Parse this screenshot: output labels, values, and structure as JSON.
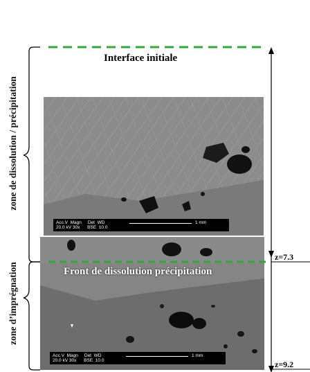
{
  "labels": {
    "zone_top": "zone de dissolution / précipitation",
    "zone_bottom": "zone d’imprégnation",
    "interface": "Interface initiale",
    "front": "Front de dissolution précipitation",
    "z1": "z=7.3",
    "z2": "z=9.2"
  },
  "scalebar_top": {
    "line1": "Acc.V  Magn     Det  WD",
    "line2": "20.0 kV 30x      BSE  10.0",
    "scale": "1 mm"
  },
  "scalebar_bottom": {
    "line1": "Acc.V  Magn     Det  WD",
    "line2": "20.0 kV 30x      BSE  10.0",
    "scale": "1 mm"
  },
  "colors": {
    "dash_green": "#2eaa3a",
    "sem_gray": "#8f8f8f",
    "sem_dark": "#6f6f6f"
  }
}
